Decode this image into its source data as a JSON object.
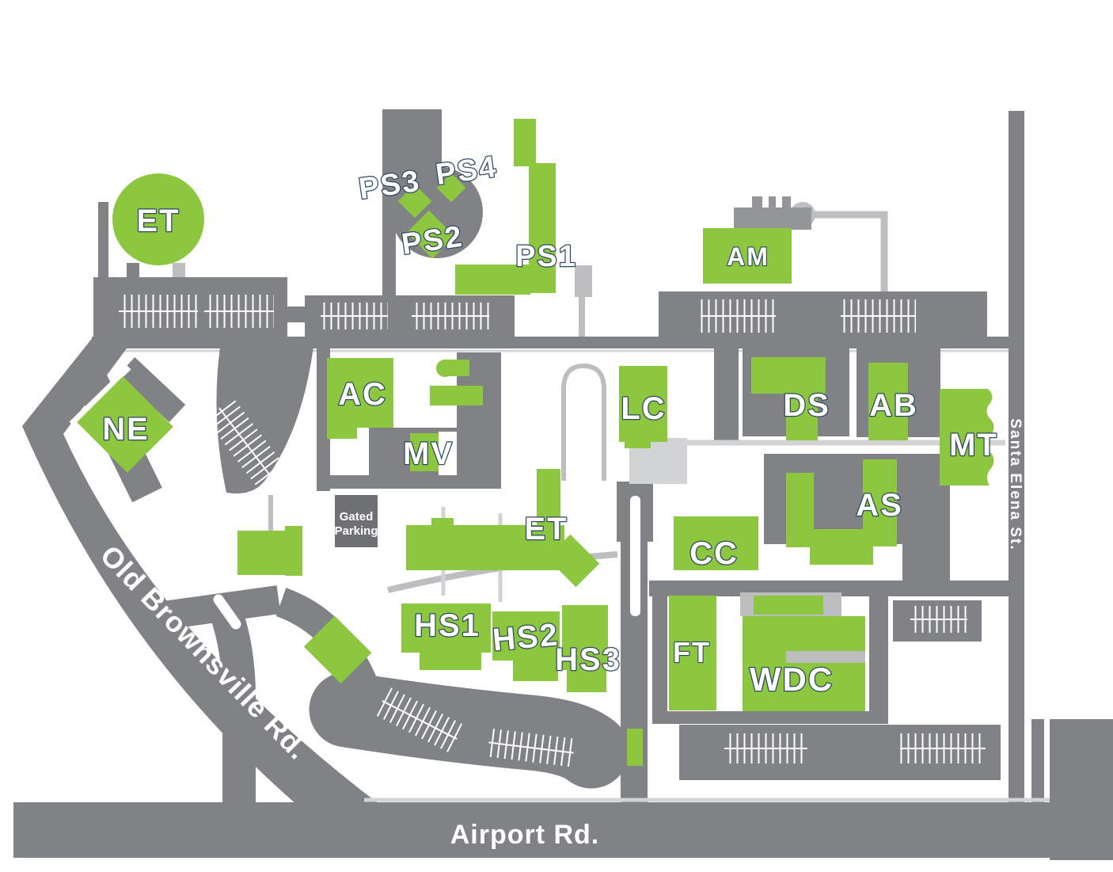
{
  "map": {
    "type": "campus-map",
    "roads": {
      "old_brownsville": "Old Brownsville Rd.",
      "airport": "Airport Rd.",
      "santa_elena": "Santa Elena St."
    },
    "parking_label": {
      "line1": "Gated",
      "line2": "Parking"
    },
    "buildings": {
      "et_circle": "ET",
      "ps1": "PS1",
      "ps2": "PS2",
      "ps3": "PS3",
      "ps4": "PS4",
      "am": "AM",
      "ac": "AC",
      "mv": "MV",
      "ne": "NE",
      "lc": "LC",
      "ds": "DS",
      "ab": "AB",
      "mt": "MT",
      "as": "AS",
      "cc": "CC",
      "et": "ET",
      "hs1": "HS1",
      "hs2": "HS2",
      "hs3": "HS3",
      "ft": "FT",
      "wdc": "WDC"
    },
    "colors": {
      "building_green": "#8DC63F",
      "road_gray": "#808285",
      "light_gray": "#BCBEC0",
      "pale_gray": "#D1D3D4",
      "machine_gray": "#939598",
      "gated_box_gray": "#6F7074",
      "label_outline": "#2B4761",
      "label_fill": "#FFFFFF",
      "background": "#FFFFFF"
    }
  }
}
